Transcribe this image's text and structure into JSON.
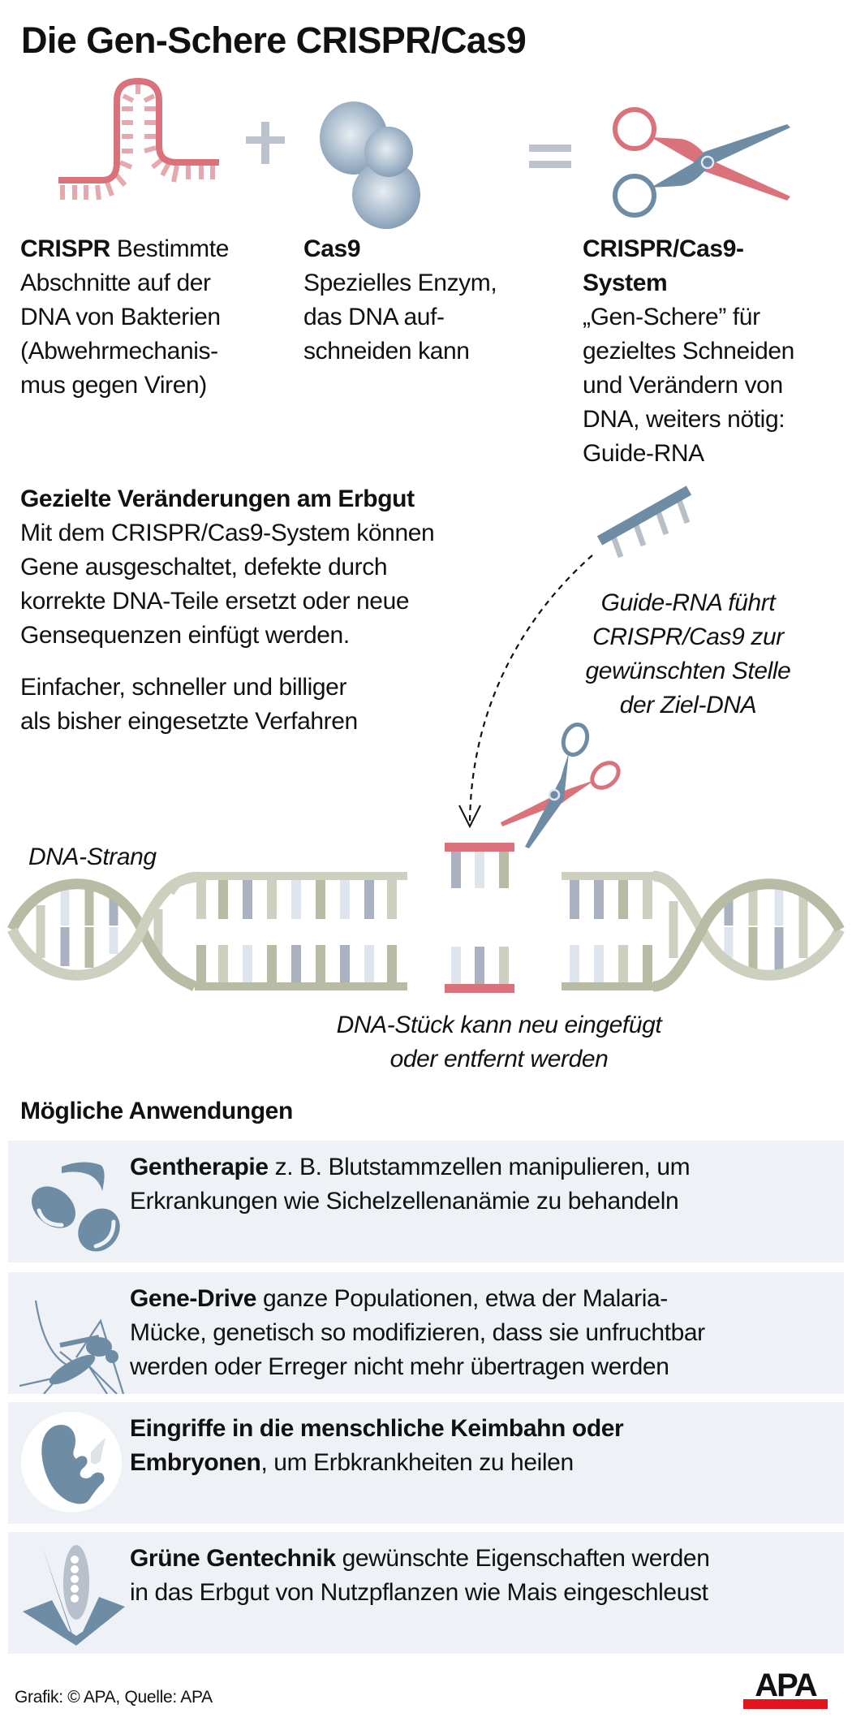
{
  "header": {
    "title": "Die Gen-Schere CRISPR/Cas9"
  },
  "equation": {
    "plus_symbol": "+",
    "equals_symbol": "=",
    "icons": [
      "crispr-rna-hairpin-icon",
      "cas9-enzyme-icon",
      "scissors-icon"
    ]
  },
  "columns": [
    {
      "term": "CRISPR",
      "lines": [
        "Bestimmte",
        "Abschnitte auf der",
        "DNA von Bakterien",
        "(Abwehrmechanis-",
        "mus gegen Viren)"
      ]
    },
    {
      "term": "Cas9",
      "lines": [
        "Spezielles Enzym,",
        "das DNA auf-",
        "schneiden kann"
      ]
    },
    {
      "term_lines": [
        "CRISPR/Cas9-",
        "System"
      ],
      "lines": [
        "„Gen-Schere” für",
        "gezieltes Schneiden",
        "und Verändern von",
        "DNA, weiters nötig:",
        "Guide-RNA"
      ]
    }
  ],
  "changes": {
    "heading": "Gezielte Veränderungen am Erbgut",
    "paragraph1": [
      "Mit dem CRISPR/Cas9-System  können",
      "Gene ausgeschaltet, defekte durch",
      "korrekte DNA-Teile ersetzt oder neue",
      "Gensequenzen einfügt werden."
    ],
    "paragraph2": [
      "Einfacher, schneller und billiger",
      "als bisher eingesetzte Verfahren"
    ]
  },
  "diagram": {
    "guide_rna_caption": [
      "Guide-RNA führt",
      "CRISPR/Cas9 zur",
      "gewünschten Stelle",
      "der Ziel-DNA"
    ],
    "dna_label": "DNA-Strang",
    "dna_piece_caption": [
      "DNA-Stück kann neu eingefügt",
      "oder entfernt werden"
    ],
    "colors": {
      "red": "#d9727a",
      "blue": "#6f8ca5",
      "olive": "#b8bca4",
      "olive_light": "#cdd0bf",
      "base_gray": "#aab2c1",
      "base_light": "#dfe5ee"
    }
  },
  "applications": {
    "heading": "Mögliche Anwendungen",
    "box_color": "#eef1f5",
    "icon_color": "#6f8ca5",
    "items": [
      {
        "icon": "blood-cells-icon",
        "bold": "Gentherapie",
        "rest_first_line": " z. B. Blutstammzellen manipulieren, um",
        "lines": [
          "Erkrankungen wie Sichelzellenanämie zu behandeln"
        ]
      },
      {
        "icon": "mosquito-icon",
        "bold": "Gene-Drive",
        "rest_first_line": " ganze Populationen, etwa der Malaria-",
        "lines": [
          "Mücke, genetisch so modifizieren, dass sie unfruchtbar",
          "werden oder Erreger nicht mehr übertragen werden"
        ]
      },
      {
        "icon": "embryo-icon",
        "bold": "Eingriffe in die menschliche Keimbahn oder",
        "bold2": "Embryonen",
        "rest_second_line": ", um Erbkrankheiten zu heilen"
      },
      {
        "icon": "corn-plant-icon",
        "bold": "Grüne Gentechnik",
        "rest_first_line": " gewünschte Eigenschaften werden",
        "lines": [
          "in das Erbgut von Nutzpflanzen wie Mais eingeschleust"
        ]
      }
    ]
  },
  "footer": {
    "credit": "Grafik: © APA, Quelle: APA",
    "logo_text": "APA",
    "logo_bar_color": "#e3141d"
  }
}
